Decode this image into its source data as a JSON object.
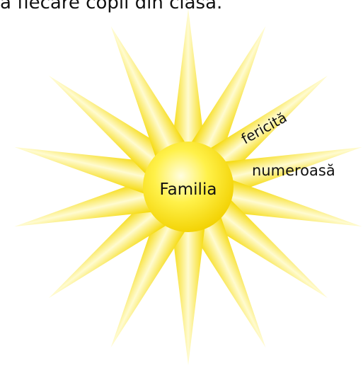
{
  "header": {
    "text": "ă fiecare copil din clasă."
  },
  "sun": {
    "center_label": "Familia",
    "ray_words": [
      "fericită",
      "numeroasă"
    ],
    "colors": {
      "core_light": "#fffde0",
      "core_mid": "#fff02a",
      "core_edge": "#f2d100",
      "ray_light": "#fffbd0",
      "ray_mid": "#fff14a",
      "ray_edge": "#f7de00"
    }
  }
}
